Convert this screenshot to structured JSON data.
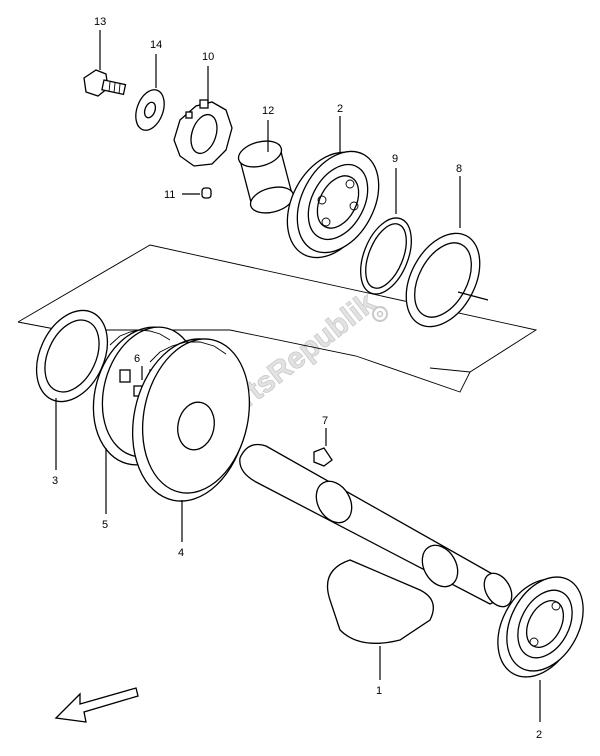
{
  "watermark": "PartsRepublik",
  "callouts": {
    "p1": "1",
    "p2a": "2",
    "p2b": "2",
    "p3": "3",
    "p4": "4",
    "p5": "5",
    "p6": "6",
    "p7": "7",
    "p8": "8",
    "p9": "9",
    "p10": "10",
    "p11": "11",
    "p12": "12",
    "p13": "13",
    "p14": "14"
  }
}
